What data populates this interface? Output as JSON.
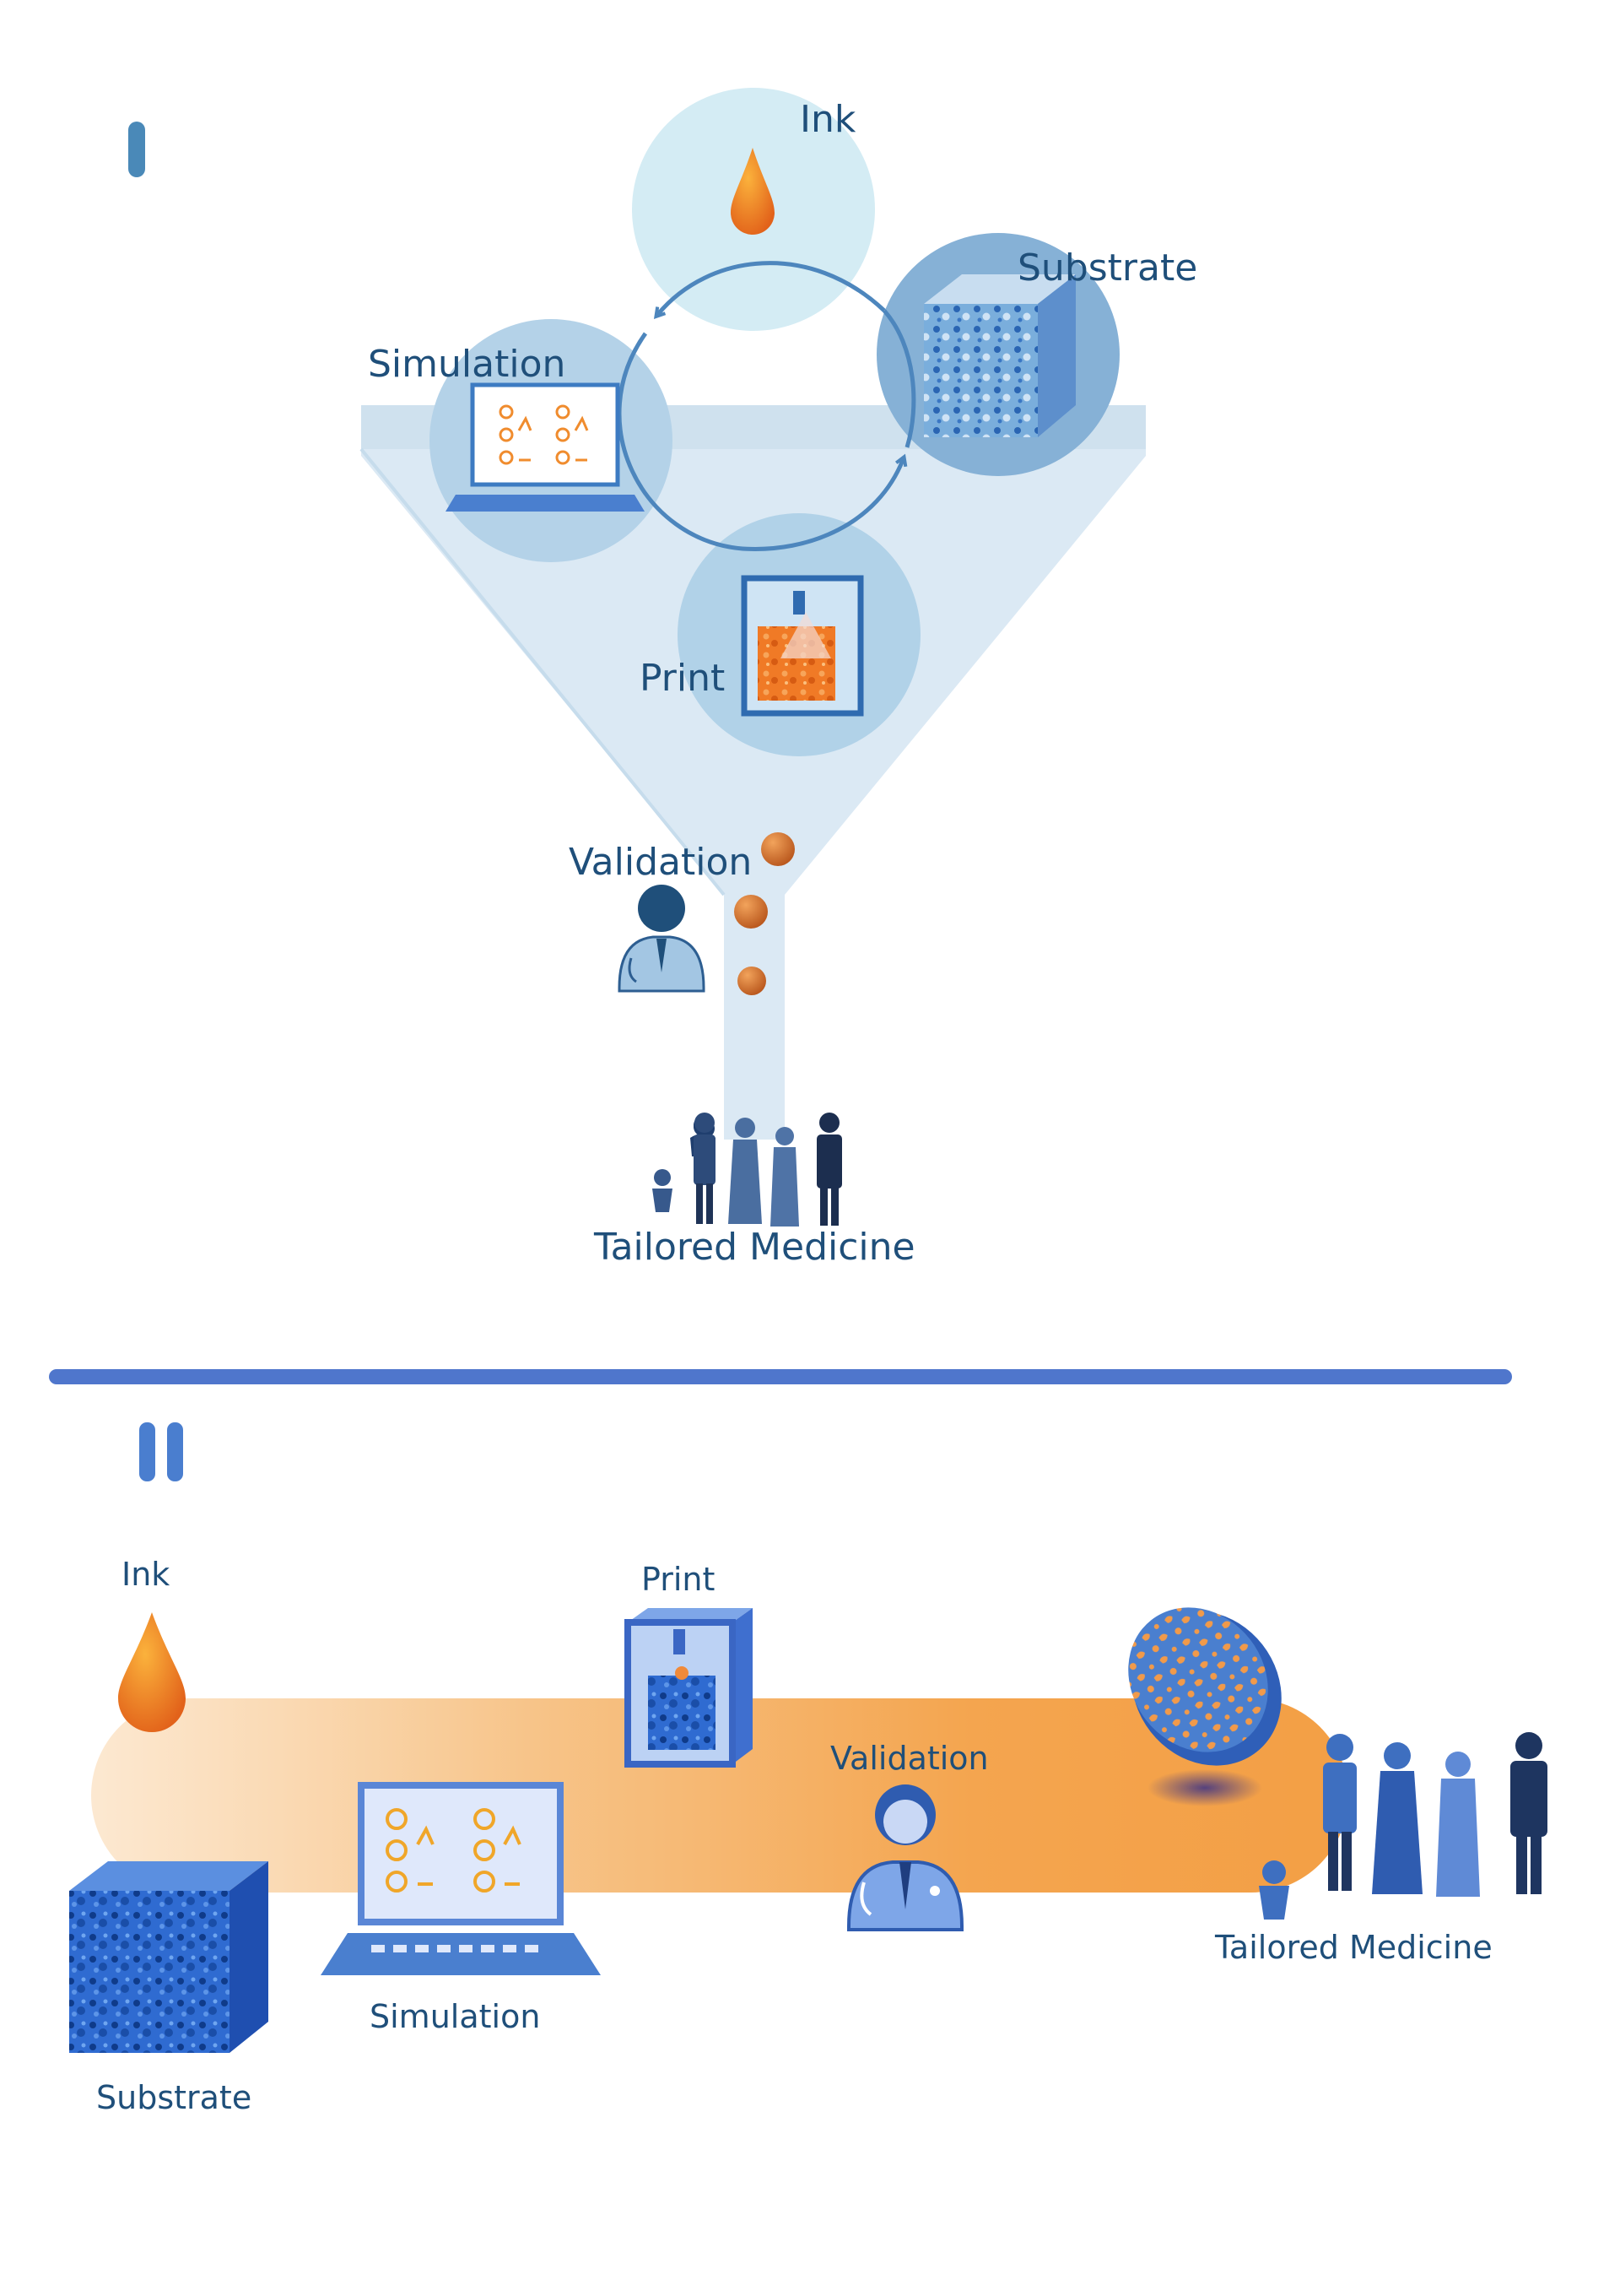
{
  "panel_one": {
    "roman": "I",
    "labels": {
      "ink": "Ink",
      "substrate": "Substrate",
      "simulation": "Simulation",
      "print": "Print",
      "validation": "Validation",
      "outcome": "Tailored Medicine"
    }
  },
  "panel_two": {
    "roman": "II",
    "labels": {
      "ink": "Ink",
      "print": "Print",
      "validation": "Validation",
      "simulation": "Simulation",
      "substrate": "Substrate",
      "outcome": "Tailored Medicine"
    }
  },
  "colors": {
    "text": "#1f4f7a",
    "light_blue": "#d6edf4",
    "mid_blue": "#a9cbe2",
    "dark_blue": "#5b8fc2",
    "funnel": "#d9e8f3",
    "divider": "#4f76cc",
    "orange": "#f2a044",
    "drop_orange": "#e8761f",
    "people_blue": "#3e6fc0",
    "people_dark": "#1e3560"
  }
}
